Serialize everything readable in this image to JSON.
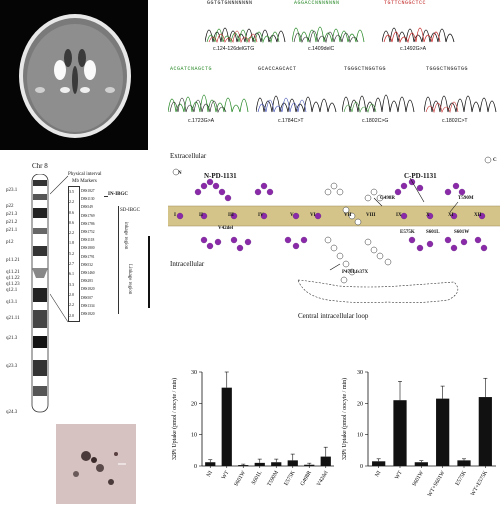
{
  "chromatograms": [
    {
      "seq": "GGTGTGNNNNNNN",
      "label": "c.124-126delGTG"
    },
    {
      "seq": "AGGACCNNNNNNN",
      "label": "c.1409delC"
    },
    {
      "seq": "TGTTCNGGCTCC",
      "label": "c.1492G>A"
    },
    {
      "seq": "ACGATCNAGCTG",
      "label": "c.1723G>A"
    },
    {
      "seq": "GCACCAGCACT",
      "label": "c.1784C>T"
    },
    {
      "seq": "TGGGCTNGGTGG",
      "label": "c.1802C>G"
    },
    {
      "seq": "TGGGCTNGGTGG",
      "label": "c.1802C>T"
    }
  ],
  "chromosome": {
    "title": "Chr 8",
    "bands": [
      "p23.1",
      "p22",
      "p21.3",
      "p21.2",
      "p21.1",
      "p12",
      "p11.21",
      "q11.21",
      "q11.22",
      "q11.23",
      "q12.1",
      "q13.1",
      "q21.11",
      "q21.3",
      "q23.3",
      "q24.3"
    ],
    "physical_interval_label": "Physical interval",
    "mb_markers_label": "Mb Markers",
    "markers": [
      "D8S1827",
      "D8S1130",
      "D8S549",
      "D8S1769",
      "D8S1786",
      "D8S1752",
      "D8S1118",
      "D8S1800",
      "D8S1791",
      "D8S532",
      "D8S1460",
      "D8S283",
      "D8S1820",
      "D8S507",
      "D8S1334",
      "D8S1820"
    ],
    "intervals": [
      "3.5",
      "2.2",
      "0.6",
      "0.6",
      "2.2",
      "1.8",
      "5.2",
      "2.7",
      "6.1",
      "3.3",
      "2.0",
      "2.2",
      "2.0"
    ],
    "ibgc_label": "IN-IBGC",
    "sd_ibgc_label": "SD-IBGC",
    "inkage_region_label": "inkage region",
    "linkage_region_label": "Linkage region"
  },
  "topology": {
    "extracellular": "Extracellular",
    "intracellular": "Intracellular",
    "n_domain": "N-PD-1131",
    "c_domain": "C-PD-1131",
    "n_term": "N",
    "c_term": "C",
    "loop_label": "Central intracellular loop",
    "helices": [
      "I",
      "II",
      "III",
      "IV",
      "V",
      "VI",
      "VII",
      "VIII",
      "IX",
      "X",
      "XI",
      "XII"
    ],
    "mutations": [
      "V42del",
      "G498R",
      "P470Lfs37X",
      "T590M",
      "E575K",
      "S601L",
      "S601W"
    ]
  },
  "chart_data": [
    {
      "type": "bar",
      "ylabel": "32Pi Uptake (pmol / oocyte / min)",
      "ylim": [
        0,
        30
      ],
      "ticks": [
        0,
        10,
        20,
        30
      ],
      "categories": [
        "NI",
        "WT",
        "S601W",
        "S601L",
        "T590M",
        "E575K",
        "G498R",
        "V42del"
      ],
      "values": [
        1.2,
        25,
        0.3,
        1.0,
        1.2,
        1.8,
        0.4,
        3.0
      ],
      "errors": [
        0.8,
        5,
        0.3,
        1.2,
        1.0,
        2.0,
        0.5,
        3.0
      ]
    },
    {
      "type": "bar",
      "ylabel": "32Pi Uptake (pmol / oocyte / min)",
      "ylim": [
        0,
        30
      ],
      "ticks": [
        0,
        10,
        20,
        30
      ],
      "categories": [
        "NI",
        "WT",
        "S601W",
        "WT+S601W",
        "E575K",
        "WT+E575K"
      ],
      "values": [
        1.5,
        21,
        1.2,
        21.5,
        1.8,
        22
      ],
      "errors": [
        0.8,
        6,
        0.5,
        4,
        0.5,
        6
      ]
    }
  ]
}
